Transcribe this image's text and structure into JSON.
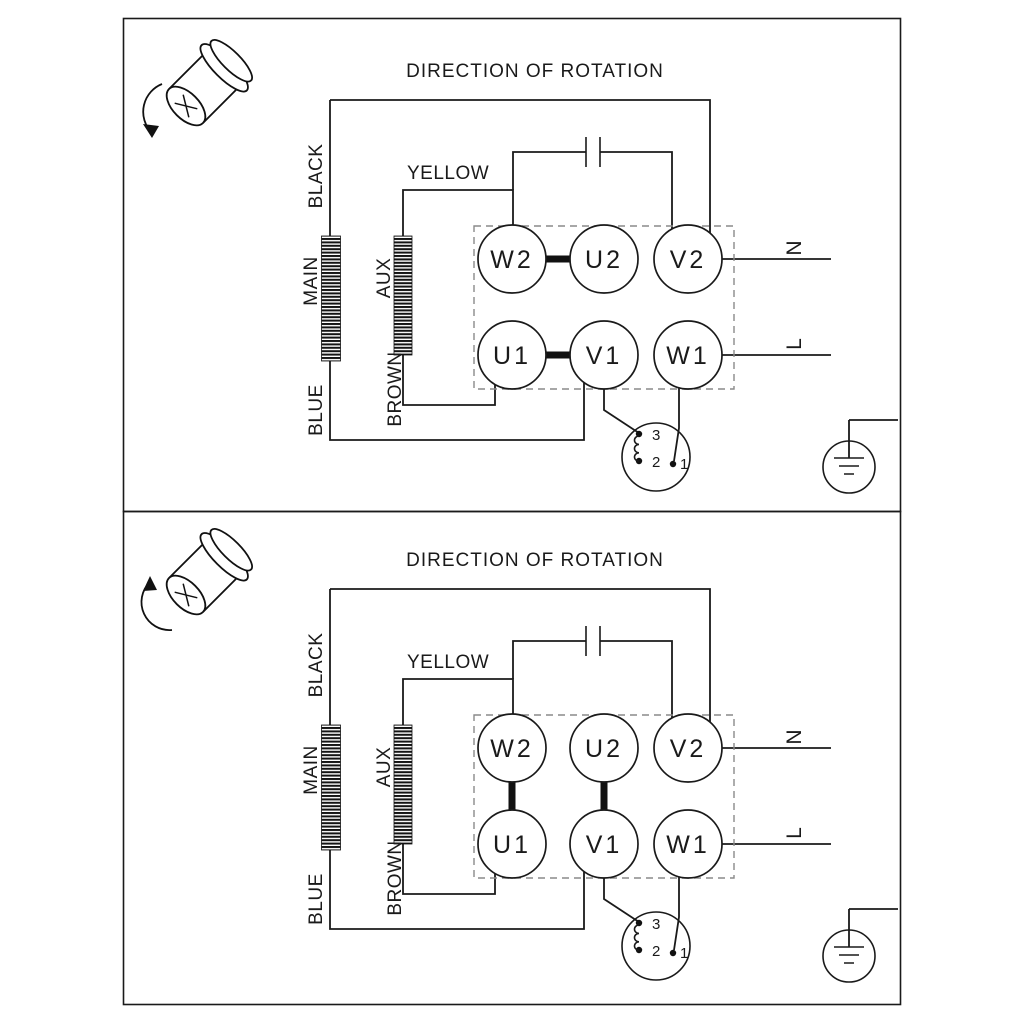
{
  "colors": {
    "line": "#1a1a1a",
    "background": "#ffffff",
    "dashed_box": "#8a8a8a"
  },
  "panels": [
    {
      "title": "DIRECTION OF ROTATION",
      "rotation_direction": "clockwise",
      "wire_labels": {
        "black": "BLACK",
        "yellow": "YELLOW",
        "main": "MAIN",
        "aux": "AUX",
        "brown": "BROWN",
        "blue": "BLUE"
      },
      "terminals": {
        "w2": "W2",
        "u2": "U2",
        "v2": "V2",
        "u1": "U1",
        "v1": "V1",
        "w1": "W1"
      },
      "supply": {
        "neutral": "N",
        "live": "L"
      },
      "thermal_protector": {
        "terminal_3": "3",
        "terminal_2": "2",
        "terminal_1": "1"
      },
      "links": [
        "W2-U2",
        "U1-V1"
      ]
    },
    {
      "title": "DIRECTION OF ROTATION",
      "rotation_direction": "counter-clockwise",
      "wire_labels": {
        "black": "BLACK",
        "yellow": "YELLOW",
        "main": "MAIN",
        "aux": "AUX",
        "brown": "BROWN",
        "blue": "BLUE"
      },
      "terminals": {
        "w2": "W2",
        "u2": "U2",
        "v2": "V2",
        "u1": "U1",
        "v1": "V1",
        "w1": "W1"
      },
      "supply": {
        "neutral": "N",
        "live": "L"
      },
      "thermal_protector": {
        "terminal_3": "3",
        "terminal_2": "2",
        "terminal_1": "1"
      },
      "links": [
        "W2-U1",
        "U2-V1"
      ]
    }
  ]
}
